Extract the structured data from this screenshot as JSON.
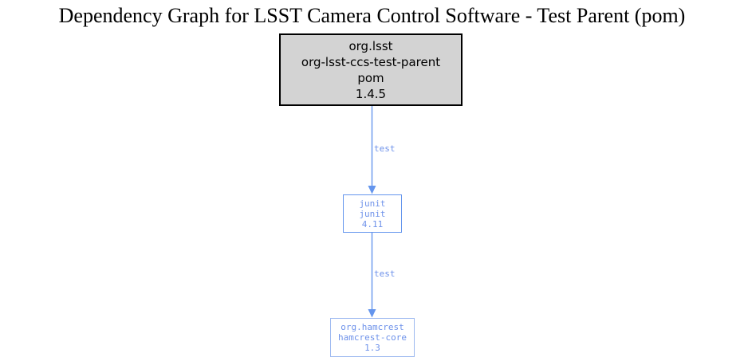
{
  "title": "Dependency Graph for LSST Camera Control Software - Test Parent (pom)",
  "colors": {
    "background": "#ffffff",
    "title_text": "#000000",
    "root_fill": "#d3d3d3",
    "root_border": "#000000",
    "root_text": "#000000",
    "edge": "#6495ed",
    "edge_label": "#6e92ea",
    "junit_border": "#6495ed",
    "hamcrest_border": "#9db9f0",
    "child_text": "#6e92ea"
  },
  "graph": {
    "nodes": {
      "root": {
        "group_id": "org.lsst",
        "artifact_id": "org-lsst-ccs-test-parent",
        "packaging": "pom",
        "version": "1.4.5"
      },
      "junit": {
        "group_id": "junit",
        "artifact_id": "junit",
        "version": "4.11"
      },
      "hamcrest": {
        "group_id": "org.hamcrest",
        "artifact_id": "hamcrest-core",
        "version": "1.3"
      }
    },
    "edges": [
      {
        "from": "org-lsst-ccs-test-parent",
        "to": "junit",
        "scope": "test"
      },
      {
        "from": "junit",
        "to": "hamcrest-core",
        "scope": "test"
      }
    ]
  }
}
